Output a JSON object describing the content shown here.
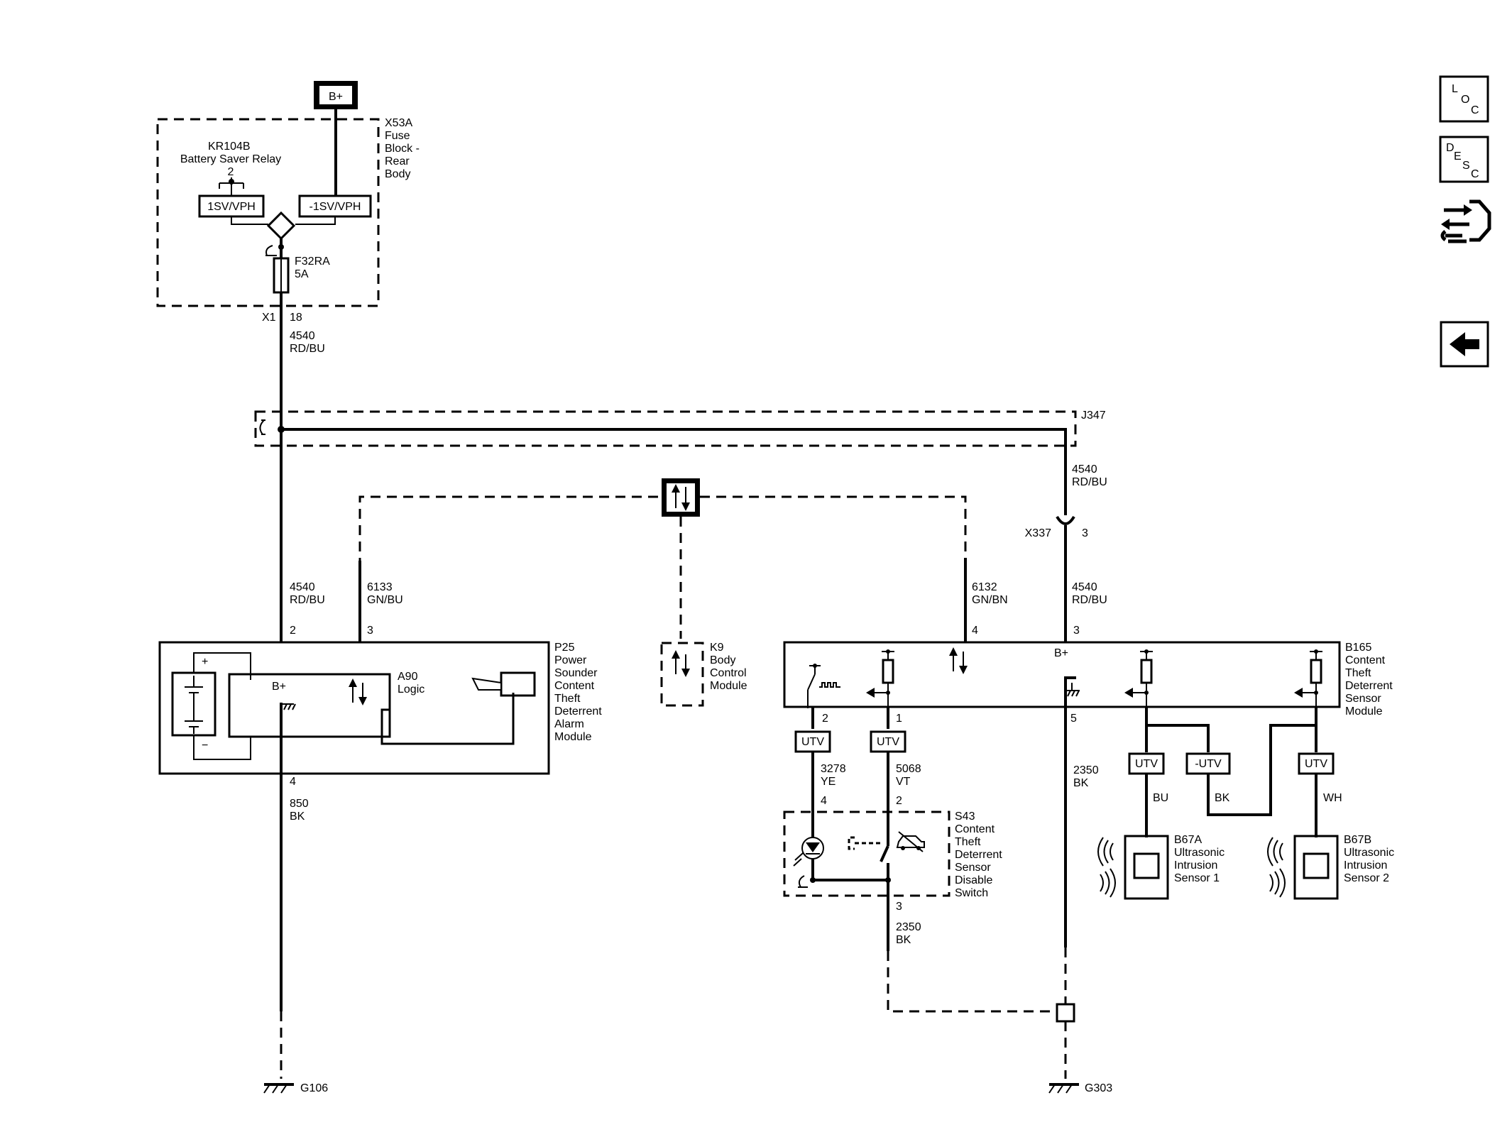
{
  "power_source": "B+",
  "fuse_block": {
    "lines": [
      "X53A",
      "Fuse",
      "Block -",
      "Rear",
      "Body"
    ]
  },
  "relay": {
    "lines": [
      "KR104B",
      "Battery Saver Relay"
    ],
    "pin": "2",
    "left_box": "1SV/VPH",
    "right_box": "-1SV/VPH"
  },
  "fuse": {
    "lines": [
      "F32RA",
      "5A"
    ]
  },
  "x1": {
    "name": "X1",
    "pin": "18"
  },
  "wire_4540_top": {
    "lines": [
      "4540",
      "RD/BU"
    ]
  },
  "splice": "J347",
  "wire_4540_right": {
    "lines": [
      "4540",
      "RD/BU"
    ]
  },
  "x337": {
    "name": "X337",
    "pin": "3"
  },
  "wire_4540_b165": {
    "lines": [
      "4540",
      "RD/BU"
    ],
    "pin": "3"
  },
  "wire_4540_p25": {
    "lines": [
      "4540",
      "RD/BU"
    ],
    "pin": "2"
  },
  "wire_6133": {
    "lines": [
      "6133",
      "GN/BU"
    ],
    "pin": "3"
  },
  "wire_6132": {
    "lines": [
      "6132",
      "GN/BN"
    ],
    "pin": "4"
  },
  "p25": {
    "lines": [
      "P25",
      "Power",
      "Sounder",
      "Content",
      "Theft",
      "Deterrent",
      "Alarm",
      "Module"
    ],
    "bplus": "B+",
    "plus": "+",
    "minus": "−"
  },
  "a90": {
    "lines": [
      "A90",
      "Logic"
    ]
  },
  "k9": {
    "lines": [
      "K9",
      "Body",
      "Control",
      "Module"
    ]
  },
  "b165": {
    "lines": [
      "B165",
      "Content",
      "Theft",
      "Deterrent",
      "Sensor",
      "Module"
    ],
    "bplus": "B+",
    "pin_2": "2",
    "pin_1": "1",
    "pin_5": "5"
  },
  "wire_850": {
    "pin": "4",
    "lines": [
      "850",
      "BK"
    ]
  },
  "utv": [
    "UTV",
    "UTV",
    "UTV",
    "-UTV",
    "UTV"
  ],
  "wire_3278": {
    "lines": [
      "3278",
      "YE"
    ],
    "pin": "4"
  },
  "wire_5068": {
    "lines": [
      "5068",
      "VT"
    ],
    "pin": "2"
  },
  "s43": {
    "lines": [
      "S43",
      "Content",
      "Theft",
      "Deterrent",
      "Sensor",
      "Disable",
      "Switch"
    ],
    "pin": "3"
  },
  "wire_2350_s43": {
    "lines": [
      "2350",
      "BK"
    ]
  },
  "wire_2350_b165": {
    "lines": [
      "2350",
      "BK"
    ]
  },
  "wire_colors": {
    "bu": "BU",
    "bk": "BK",
    "wh": "WH"
  },
  "b67a": {
    "lines": [
      "B67A",
      "Ultrasonic",
      "Intrusion",
      "Sensor 1"
    ]
  },
  "b67b": {
    "lines": [
      "B67B",
      "Ultrasonic",
      "Intrusion",
      "Sensor 2"
    ]
  },
  "grounds": {
    "left": "G106",
    "right": "G303"
  },
  "nav": {
    "loc": [
      "L",
      "O",
      "C"
    ],
    "desc": [
      "D",
      "E",
      "S",
      "C"
    ],
    "connector_icon": "connector-wrench-icon",
    "back_icon": "back-arrow-icon"
  }
}
